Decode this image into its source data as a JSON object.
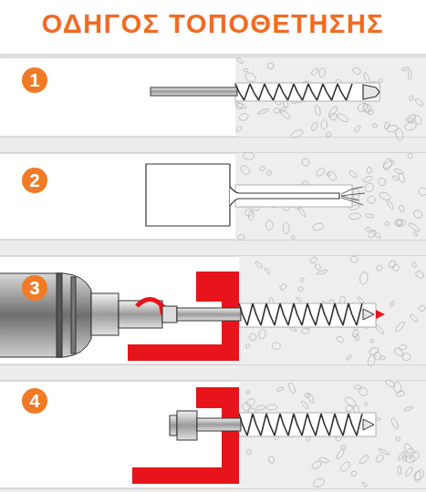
{
  "diagram": {
    "title": "ΟΔΗΓΟΣ ΤΟΠΟΘΕΤΗΣΗΣ",
    "nodes": [
      {
        "text": [
          "1"
        ]
      },
      {
        "text": [
          "2"
        ]
      },
      {
        "text": [
          "3"
        ]
      },
      {
        "text": [
          "4"
        ]
      }
    ]
  }
}
